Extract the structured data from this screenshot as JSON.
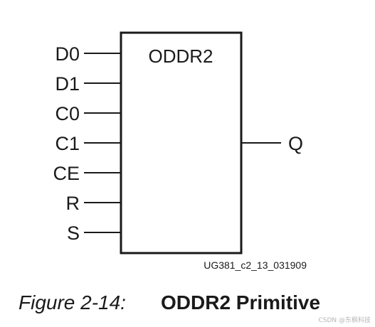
{
  "block": {
    "title": "ODDR2"
  },
  "inputs": [
    "D0",
    "D1",
    "C0",
    "C1",
    "CE",
    "R",
    "S"
  ],
  "outputs": [
    "Q"
  ],
  "figure_id": "UG381_c2_13_031909",
  "caption": {
    "prefix": "Figure 2-14:",
    "title": "ODDR2 Primitive"
  },
  "watermark": "CSDN @东枫科技",
  "colors": {
    "stroke": "#1a1a1a",
    "text": "#1a1a1a",
    "background": "#ffffff"
  }
}
